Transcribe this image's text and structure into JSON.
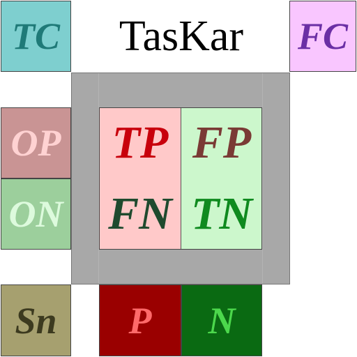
{
  "title": "TasKar",
  "top_row": {
    "tc": {
      "label": "TC",
      "bg": "#7ecfcf",
      "color": "#1f7a78"
    },
    "fc": {
      "label": "FC",
      "bg": "#f9c6ff",
      "color": "#6b2fa5"
    }
  },
  "matrix": {
    "tp": {
      "label": "TP",
      "bg": "#ffc9c9",
      "color": "#c8000c"
    },
    "fp": {
      "label": "FP",
      "bg": "#ccf7cc",
      "color": "#7a3a35"
    },
    "fn": {
      "label": "FN",
      "bg": "#ffc9c9",
      "color": "#1f4a2e"
    },
    "tn": {
      "label": "TN",
      "bg": "#ccf7cc",
      "color": "#0f8a1f"
    }
  },
  "left_column": {
    "op": {
      "label": "OP",
      "bg": "#c99494",
      "color": "#ffd2d2"
    },
    "on": {
      "label": "ON",
      "bg": "#9ccf9c",
      "color": "#ddfadd"
    }
  },
  "bottom_row": {
    "sn": {
      "label": "Sn",
      "bg": "#a6a06f",
      "color": "#3c3a1f"
    },
    "p": {
      "label": "P",
      "bg": "#9a0000",
      "color": "#ff6a6a"
    },
    "n": {
      "label": "N",
      "bg": "#0a6a12",
      "color": "#4cd84c"
    }
  },
  "colors": {
    "frame_gray": "#a8a8a8",
    "border": "#444444"
  }
}
